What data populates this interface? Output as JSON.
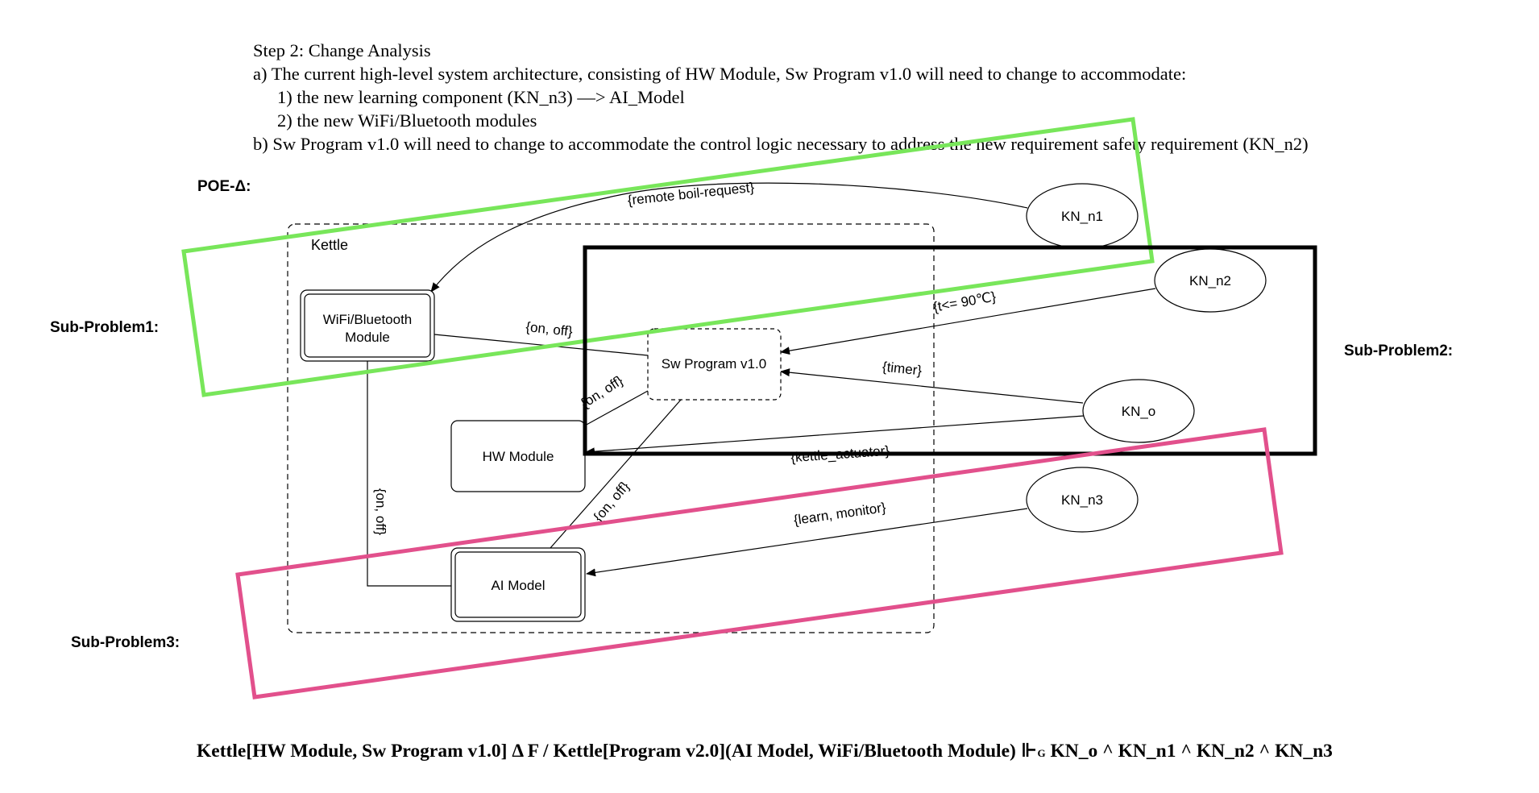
{
  "intro": {
    "heading": "Step 2: Change Analysis",
    "line_a": "a) The current high-level system architecture, consisting of HW Module, Sw Program v1.0 will need to change to accommodate:",
    "line_a1": "1) the new learning component (KN_n3)  —> AI_Model",
    "line_a2": "2) the new WiFi/Bluetooth modules",
    "line_b": "b) Sw Program v1.0 will need to change to accommodate the control logic necessary to address the new requirement safety requirement (KN_n2)"
  },
  "poe_label": "POE-Δ:",
  "sub_problems": {
    "sp1": "Sub-Problem1:",
    "sp2": "Sub-Problem2:",
    "sp3": "Sub-Problem3:"
  },
  "domain_label": "Kettle",
  "nodes": {
    "wifi_line1": "WiFi/Bluetooth",
    "wifi_line2": "Module",
    "sw": "Sw Program v1.0",
    "hw": "HW Module",
    "ai": "AI Model",
    "kn_n1": "KN_n1",
    "kn_n2": "KN_n2",
    "kn_o": "KN_o",
    "kn_n3": "KN_n3"
  },
  "edges": {
    "remote": "{remote boil-request}",
    "temp": "{t<= 90℃}",
    "timer": "{timer}",
    "actuator": "{kettle_actuator}",
    "learn": "{learn, monitor}",
    "wifi_sw": "{on, off}",
    "hw_sw": "{on, off}",
    "sw_ai": "{on, off}",
    "wifi_ai": "{on, off}"
  },
  "formula": {
    "main": "Kettle[HW Module, Sw Program v1.0] Δ F / Kettle[Program v2.0](AI Model, WiFi/Bluetooth Module) ⊩",
    "sub": "G",
    "tail": " KN_o ^ KN_n1 ^ KN_n2 ^ KN_n3"
  },
  "colors": {
    "sub_problem1": "#78e65a",
    "sub_problem2": "#000000",
    "sub_problem3": "#e2508c"
  }
}
